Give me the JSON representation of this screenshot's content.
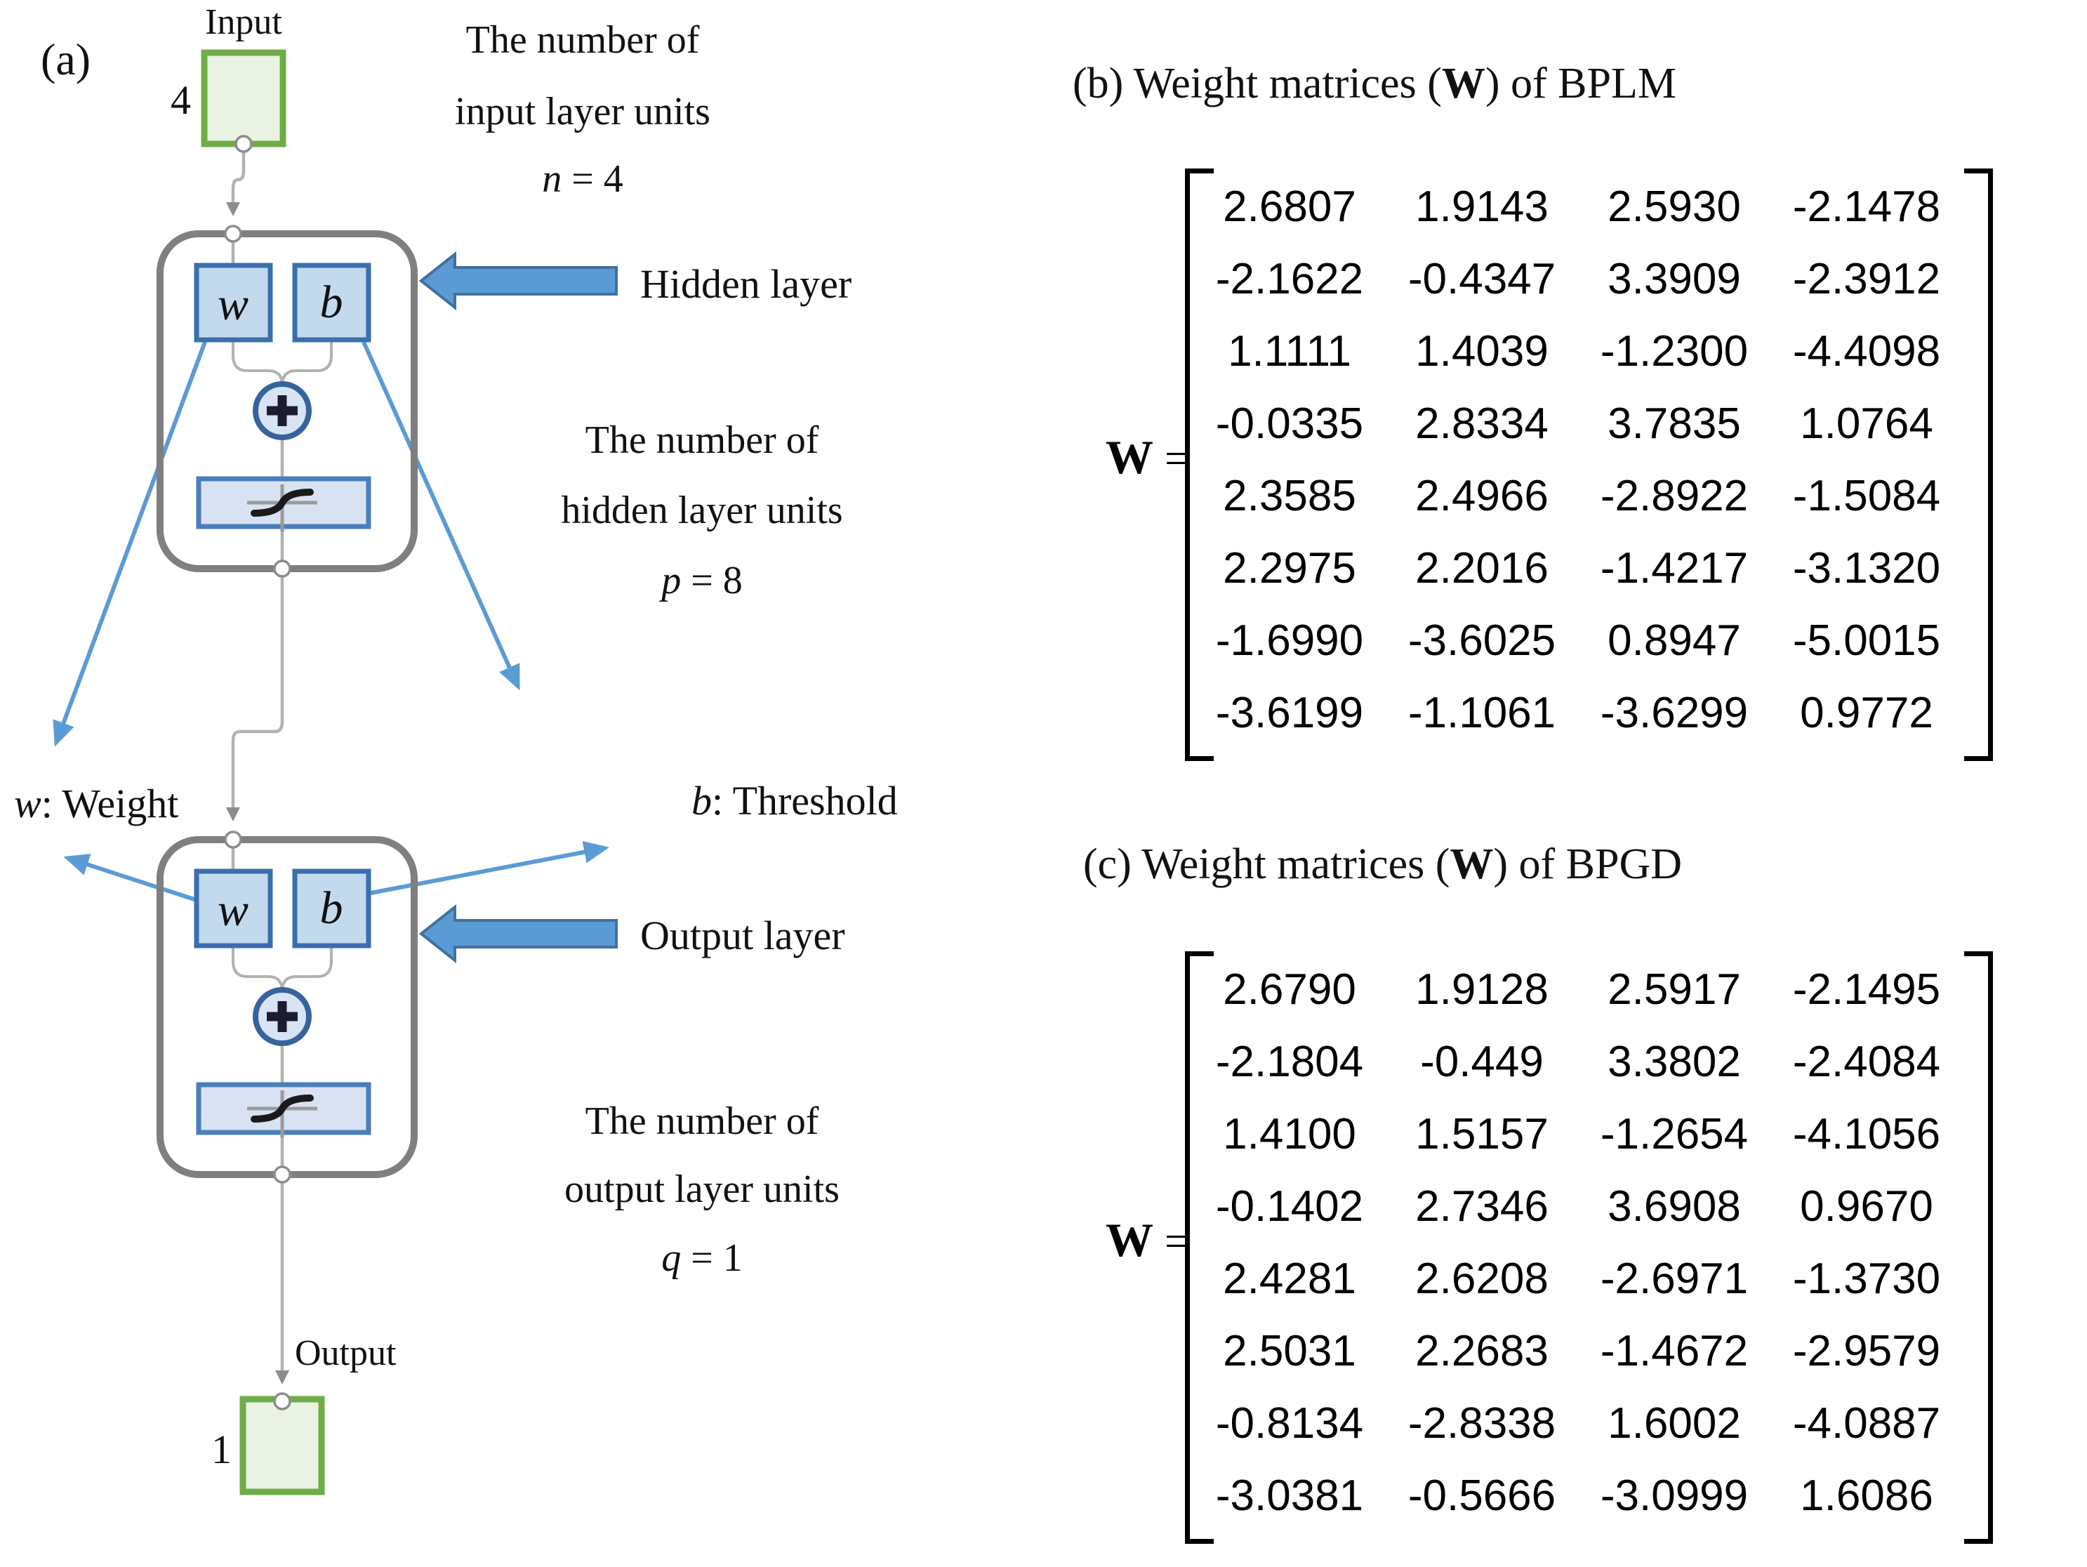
{
  "panel_a": {
    "label": "(a)",
    "input_title": "Input",
    "input_count": "4",
    "input_note": [
      "The number of",
      "input layer units"
    ],
    "input_eq": {
      "var": "n",
      "rest": "= 4"
    },
    "hidden_box_w": "w",
    "hidden_box_b": "b",
    "hidden_arrow_label": "Hidden layer",
    "hidden_note": [
      "The number of",
      "hidden layer units"
    ],
    "hidden_eq": {
      "var": "p",
      "rest": "= 8"
    },
    "legend_w": {
      "var": "w",
      "rest": ": Weight"
    },
    "legend_b": {
      "var": "b",
      "rest": ": Threshold"
    },
    "output_box_w": "w",
    "output_box_b": "b",
    "output_arrow_label": "Output layer",
    "output_note": [
      "The number of",
      "output layer units"
    ],
    "output_eq": {
      "var": "q",
      "rest": "= 1"
    },
    "output_title": "Output",
    "output_count": "1"
  },
  "panel_b": {
    "title": {
      "pre": "(b) Weight matrices (",
      "bold": "W",
      "post": ") of BPLM"
    },
    "w_eq": {
      "bold": "W",
      "rest": " ="
    },
    "rows": [
      [
        "2.6807",
        "1.9143",
        "2.5930",
        "-2.1478"
      ],
      [
        "-2.1622",
        "-0.4347",
        "3.3909",
        "-2.3912"
      ],
      [
        "1.1111",
        "1.4039",
        "-1.2300",
        "-4.4098"
      ],
      [
        "-0.0335",
        "2.8334",
        "3.7835",
        "1.0764"
      ],
      [
        "2.3585",
        "2.4966",
        "-2.8922",
        "-1.5084"
      ],
      [
        "2.2975",
        "2.2016",
        "-1.4217",
        "-3.1320"
      ],
      [
        "-1.6990",
        "-3.6025",
        "0.8947",
        "-5.0015"
      ],
      [
        "-3.6199",
        "-1.1061",
        "-3.6299",
        "0.9772"
      ]
    ]
  },
  "panel_c": {
    "title": {
      "pre": "(c) Weight matrices (",
      "bold": "W",
      "post": ") of BPGD"
    },
    "w_eq": {
      "bold": "W",
      "rest": " ="
    },
    "rows": [
      [
        "2.6790",
        "1.9128",
        "2.5917",
        "-2.1495"
      ],
      [
        "-2.1804",
        "-0.449",
        "3.3802",
        "-2.4084"
      ],
      [
        "1.4100",
        "1.5157",
        "-1.2654",
        "-4.1056"
      ],
      [
        "-0.1402",
        "2.7346",
        "3.6908",
        "0.9670"
      ],
      [
        "2.4281",
        "2.6208",
        "-2.6971",
        "-1.3730"
      ],
      [
        "2.5031",
        "2.2683",
        "-1.4672",
        "-2.9579"
      ],
      [
        "-0.8134",
        "-2.8338",
        "1.6002",
        "-4.0887"
      ],
      [
        "-3.0381",
        "-0.5666",
        "-3.0999",
        "1.6086"
      ]
    ]
  },
  "colors": {
    "green_border": "#6fad47",
    "green_fill": "#eaf2e3",
    "blue_box_fill": "#c3d9ee",
    "blue_box_border": "#3a6fad",
    "light_blue_fill": "#d8e2f3",
    "arrow_blue": "#5b9bd5",
    "arrow_blue_border": "#41719c",
    "block_gray": "#7f7f7f",
    "connector_gray": "#b2b2b2"
  }
}
